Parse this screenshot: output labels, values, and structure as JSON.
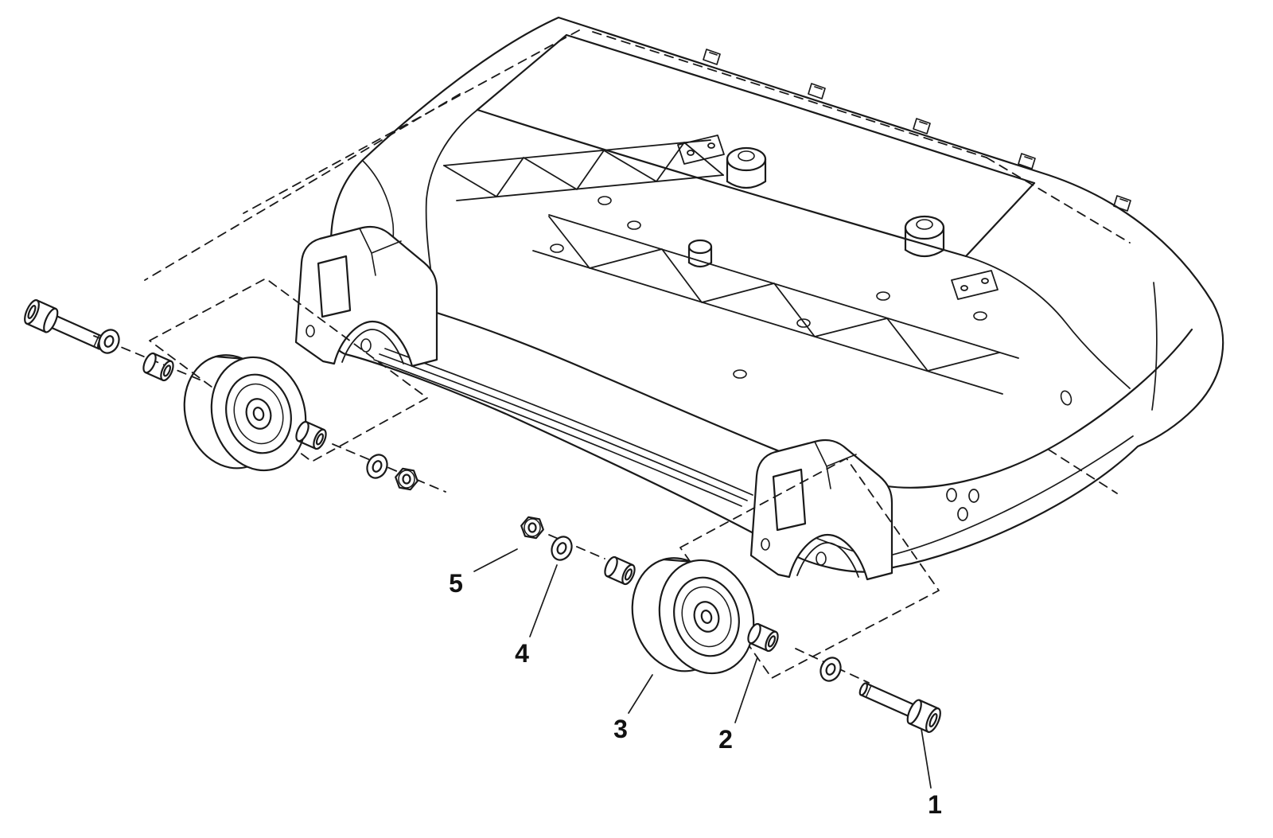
{
  "diagram": {
    "background_color": "#ffffff",
    "line_color": "#1a1a1a",
    "label_color": "#111111",
    "callouts": [
      {
        "label": "1"
      },
      {
        "label": "2"
      },
      {
        "label": "3"
      },
      {
        "label": "4"
      },
      {
        "label": "5"
      }
    ]
  }
}
